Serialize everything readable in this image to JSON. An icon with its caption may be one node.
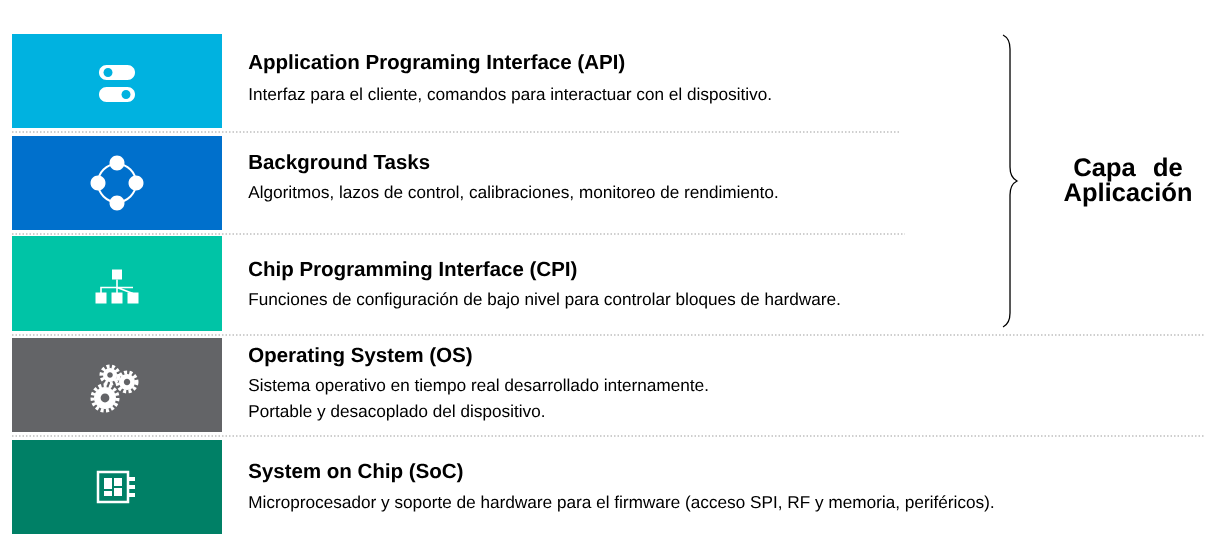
{
  "diagram": {
    "nodes": [
      {
        "text": [
          "Application Programing Interface (API)",
          "Interfaz para el cliente, comandos para interactuar con el dispositivo."
        ]
      },
      {
        "text": [
          "Background Tasks",
          "Algoritmos, lazos de control, calibraciones, monitoreo de rendimiento."
        ]
      },
      {
        "text": [
          "Chip Programming Interface (CPI)",
          "Funciones de configuración de bajo nivel para controlar bloques de hardware."
        ]
      },
      {
        "text": [
          "Operating System (OS)",
          "Sistema operativo en tiempo real desarrollado internamente.",
          "Portable y desacoplado del dispositivo."
        ]
      },
      {
        "text": [
          "System on Chip (SoC)",
          "Microprocesador y soporte de hardware para el firmware (acceso SPI, RF y memoria, periféricos)."
        ]
      }
    ],
    "labels": [
      "Capa de Aplicación"
    ]
  }
}
